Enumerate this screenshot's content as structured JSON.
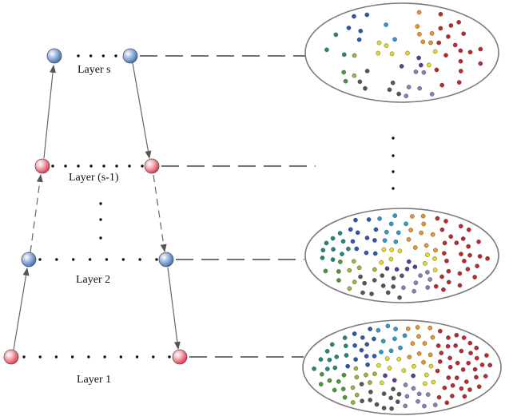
{
  "layers": [
    {
      "id": "layer-s",
      "label": "Layer s"
    },
    {
      "id": "layer-s1",
      "label": "Layer (s-1)"
    },
    {
      "id": "layer-2",
      "label": "Layer 2"
    },
    {
      "id": "layer-1",
      "label": "Layer 1"
    }
  ],
  "node_colors": {
    "red_node": "#e0304a",
    "blue_node": "#3d6bb0"
  },
  "cluster_palette": {
    "red": "#c0282c",
    "orange": "#e8962a",
    "yellow": "#e6dc20",
    "green": "#4a9a3a",
    "olive": "#9ab83a",
    "teal": "#1f8a7a",
    "cyan": "#2a9ad0",
    "blue": "#2a58b0",
    "purple": "#5a3a9a",
    "lavender": "#8a80b8",
    "gray": "#555560"
  }
}
